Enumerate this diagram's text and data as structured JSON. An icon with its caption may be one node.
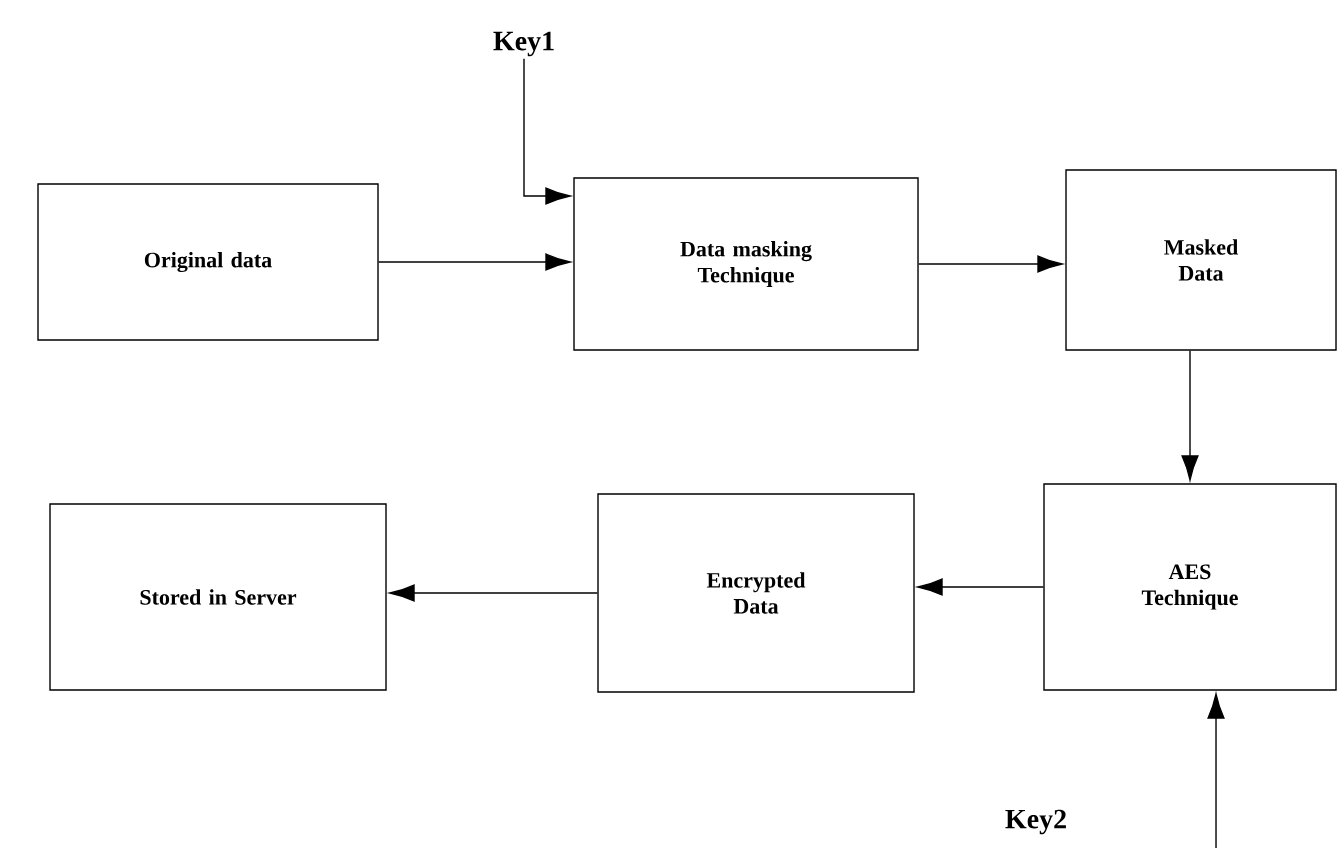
{
  "diagram": {
    "nodes": [
      {
        "text": [
          "Key1"
        ]
      },
      {
        "text": [
          "Original data"
        ]
      },
      {
        "text": [
          "Data masking Technique"
        ]
      },
      {
        "text": [
          "Masked Data"
        ]
      },
      {
        "text": [
          "Stored in Server"
        ]
      },
      {
        "text": [
          "Encrypted Data"
        ]
      },
      {
        "text": [
          "AES Technique"
        ]
      }
    ],
    "edges": [
      {
        "from": 0,
        "to": 2,
        "arrow": "to"
      },
      {
        "from": 1,
        "to": 2,
        "arrow": "to"
      },
      {
        "from": 2,
        "to": 3,
        "arrow": "to"
      },
      {
        "from": 3,
        "to": 6,
        "arrow": "to"
      },
      {
        "from": 6,
        "to": 5,
        "arrow": "to"
      },
      {
        "from": 5,
        "to": 4,
        "arrow": "to"
      },
      {
        "from": null,
        "to": 6,
        "arrow": "to"
      }
    ],
    "labels": [
      "Key2"
    ]
  }
}
